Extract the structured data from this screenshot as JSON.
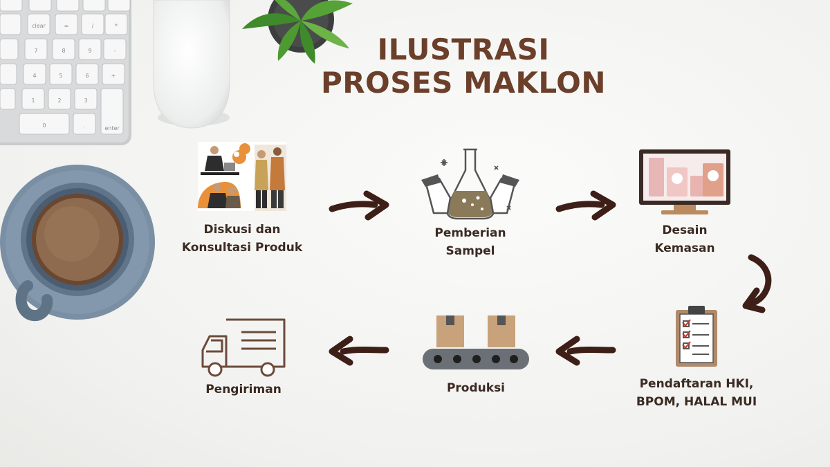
{
  "title": {
    "line1": "ILUSTRASI",
    "line2": "PROSES MAKLON"
  },
  "steps": [
    {
      "label": "Diskusi dan\nKonsultasi Produk"
    },
    {
      "label": "Pemberian\nSampel"
    },
    {
      "label": "Desain\nKemasan"
    },
    {
      "label": "Pendaftaran HKI,\nBPOM, HALAL MUI"
    },
    {
      "label": "Produksi"
    },
    {
      "label": "Pengiriman"
    }
  ],
  "colors": {
    "title": "#6b3f2a",
    "arrow": "#3d1f17",
    "icon_brown": "#8a6a55",
    "icon_tan": "#c8a27a",
    "label": "#3a2a22"
  },
  "keyboard": {
    "keys": [
      "clear",
      "=",
      "/",
      "*",
      "7",
      "8",
      "9",
      "-",
      "4",
      "5",
      "6",
      "+",
      "1",
      "2",
      "3",
      "0",
      ".",
      "enter"
    ]
  },
  "icons": {
    "consult": "consultation-photo-icon",
    "sample": "flask-hands-icon",
    "design": "monitor-packaging-icon",
    "registration": "clipboard-checklist-icon",
    "production": "conveyor-boxes-icon",
    "shipping": "delivery-truck-icon"
  }
}
